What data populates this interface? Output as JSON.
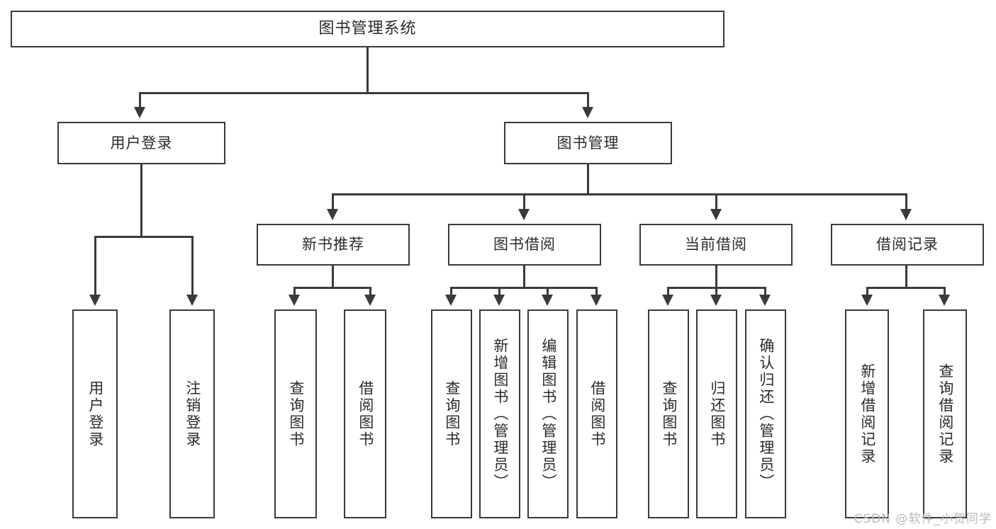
{
  "diagram": {
    "title": "图书管理系统",
    "type": "tree",
    "colors": {
      "border": "#3a3a3a",
      "box_fill": "#ffffff",
      "text": "#2b2b2b",
      "canvas": "#ffffff",
      "watermark": "#b9b9b9"
    },
    "root": {
      "label": "图书管理系统"
    },
    "level2": [
      {
        "label": "用户登录"
      },
      {
        "label": "图书管理"
      }
    ],
    "level3": [
      {
        "label": "新书推荐"
      },
      {
        "label": "图书借阅"
      },
      {
        "label": "当前借阅"
      },
      {
        "label": "借阅记录"
      }
    ],
    "leaves": {
      "user_login": [
        {
          "label": "用户登录"
        },
        {
          "label": "注销登录"
        }
      ],
      "new_book_recommend": [
        {
          "label": "查询图书"
        },
        {
          "label": "借阅图书"
        }
      ],
      "book_borrow": [
        {
          "label": "查询图书"
        },
        {
          "label": "新增图书（管理员）"
        },
        {
          "label": "编辑图书（管理员）"
        },
        {
          "label": "借阅图书"
        }
      ],
      "current_borrow": [
        {
          "label": "查询图书"
        },
        {
          "label": "归还图书"
        },
        {
          "label": "确认归还（管理员）"
        }
      ],
      "borrow_record": [
        {
          "label": "新增借阅记录"
        },
        {
          "label": "查询借阅记录"
        }
      ]
    }
  },
  "watermark": {
    "text": "CSDN @软件_小贺同学"
  }
}
